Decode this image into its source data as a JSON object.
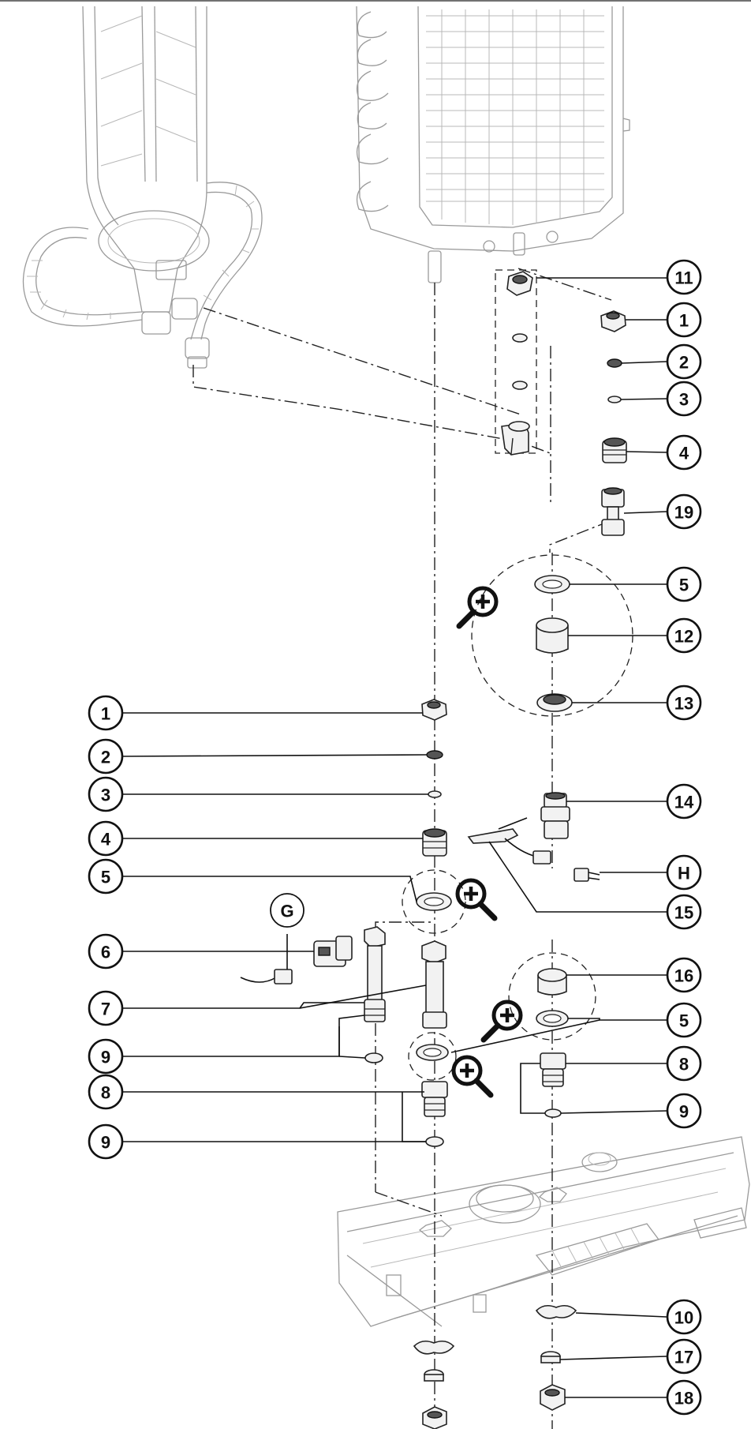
{
  "callouts": {
    "n11": "11",
    "n1_right": "1",
    "n2_right": "2",
    "n3_right": "3",
    "n4_right": "4",
    "n19": "19",
    "n5_upper": "5",
    "n12": "12",
    "n13": "13",
    "n1_left": "1",
    "n2_left": "2",
    "n3_left": "3",
    "n4_left": "4",
    "n5_left": "5",
    "n14": "14",
    "nH": "H",
    "n15": "15",
    "nG": "G",
    "n6": "6",
    "n7": "7",
    "n16": "16",
    "n5_lower": "5",
    "n9_left_upper": "9",
    "n8_left": "8",
    "n8_right": "8",
    "n9_right": "9",
    "n9_left_lower": "9",
    "n10": "10",
    "n17": "17",
    "n18": "18"
  },
  "icons": {
    "zoom": "magnifier-plus-icon"
  },
  "colors": {
    "ink": "#111111",
    "housing": "#9a9a9a"
  }
}
